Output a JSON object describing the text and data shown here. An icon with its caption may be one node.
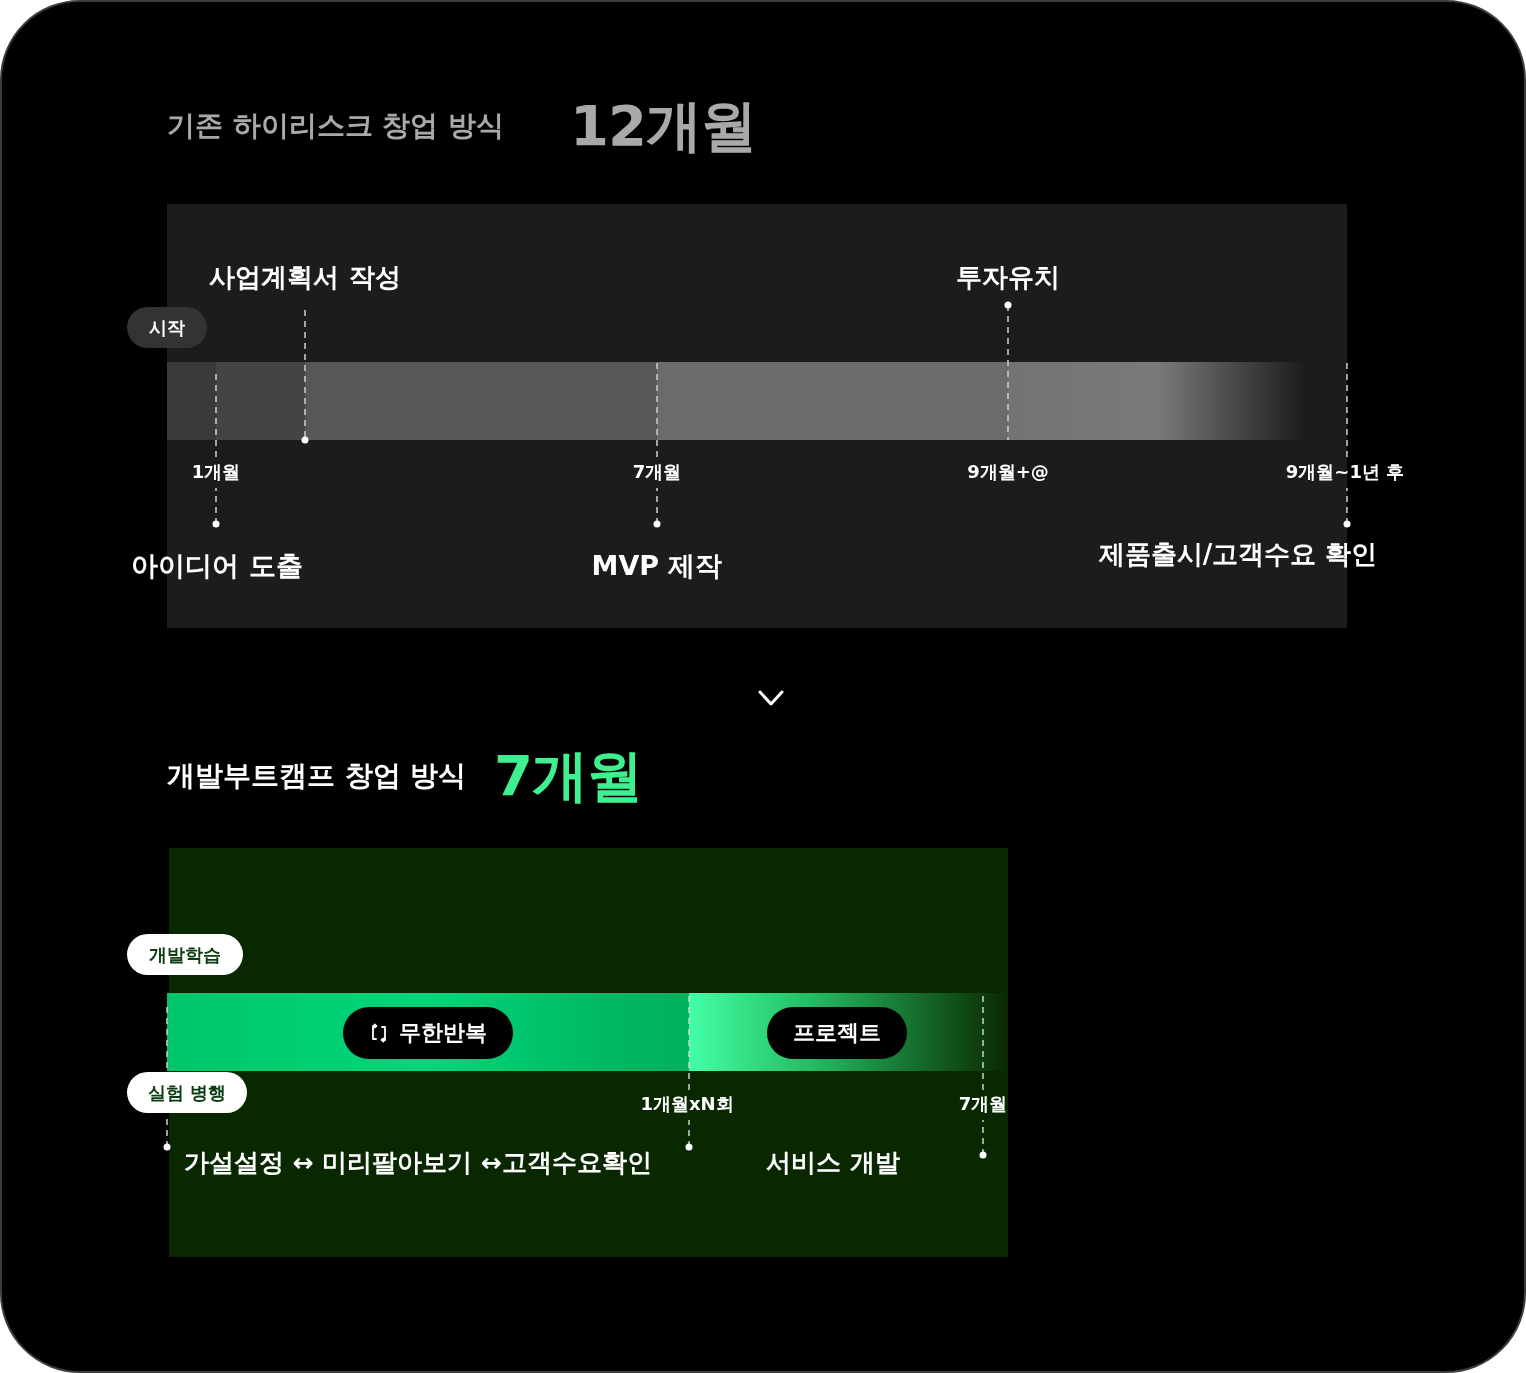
{
  "diagram": {
    "nodes": [
      {
        "text": [
          "시작"
        ]
      },
      {
        "text": [
          "사업계획서 작성"
        ]
      },
      {
        "text": [
          "투자유치"
        ]
      },
      {
        "text": [
          "아이디어 도출"
        ]
      },
      {
        "text": [
          "MVP 제작"
        ]
      },
      {
        "text": [
          "제품출시/고객수요 확인"
        ]
      },
      {
        "text": [
          "개발학습"
        ]
      },
      {
        "text": [
          "무한반복"
        ]
      },
      {
        "text": [
          "프로젝트"
        ]
      },
      {
        "text": [
          "실험 병행"
        ]
      },
      {
        "text": [
          "가설설정 ↔ 미리팔아보기 ↔고객수요확인"
        ]
      },
      {
        "text": [
          "서비스 개발"
        ]
      }
    ],
    "edges": [
      {
        "from": 1,
        "to": null,
        "arrow": "other"
      },
      {
        "from": 2,
        "to": null,
        "arrow": "other"
      },
      {
        "from": 3,
        "to": null,
        "arrow": "other"
      },
      {
        "from": 4,
        "to": null,
        "arrow": "other"
      },
      {
        "from": 5,
        "to": null,
        "arrow": "other"
      },
      {
        "from": 10,
        "to": null,
        "arrow": "other"
      },
      {
        "from": 10,
        "to": null,
        "arrow": "other"
      }
    ],
    "labels": [
      "기존 하이리스크 창업 방식",
      "12개월",
      "1개월",
      "7개월",
      "9개월+@",
      "9개월~1년 후",
      "개발부트캠프 창업 방식",
      "7개월",
      "1개월xN회",
      "7개월"
    ]
  }
}
